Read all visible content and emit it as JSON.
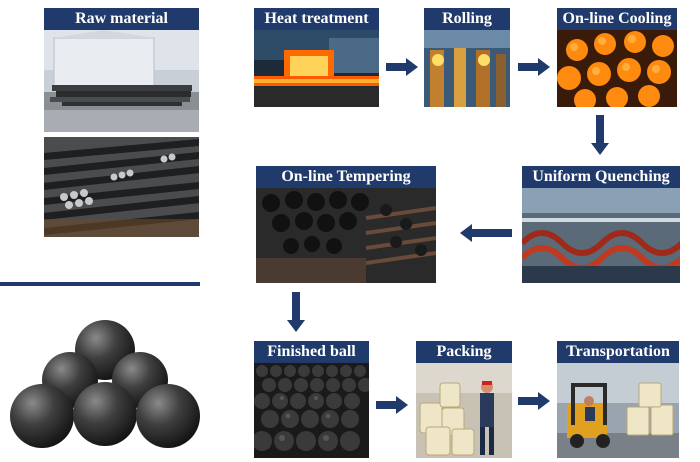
{
  "steps": {
    "raw_material": "Raw material",
    "heat_treatment": "Heat treatment",
    "rolling": "Rolling",
    "online_cooling": "On-line Cooling",
    "uniform_quenching": "Uniform Quenching",
    "online_tempering": "On-line Tempering",
    "finished_ball": "Finished ball",
    "packing": "Packing",
    "transportation": "Transportation"
  },
  "colors": {
    "label_bg": "#1f3a6b",
    "arrow": "#1f3a6b",
    "divider": "#1f3a6b"
  }
}
